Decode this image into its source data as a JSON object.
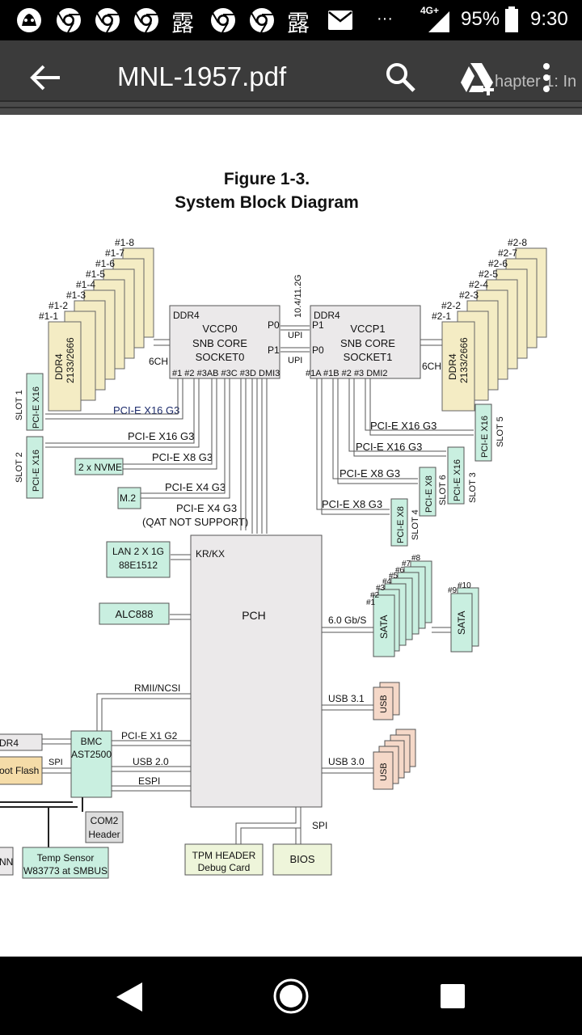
{
  "status_bar": {
    "signal_label": "4G+",
    "battery": "95%",
    "time": "9:30",
    "more": "···",
    "icons": [
      "cat-app-icon",
      "chrome-icon",
      "chrome-icon",
      "chrome-icon",
      "dew-app-icon",
      "chrome-icon",
      "chrome-icon",
      "dew-app-icon",
      "mail-icon"
    ],
    "dew_char": "露"
  },
  "app_bar": {
    "title": "MNL-1957.pdf",
    "behind_text": "hapter 1: In"
  },
  "figure": {
    "caption_line1": "Figure 1-3.",
    "caption_line2": "System Block Diagram"
  },
  "diagram": {
    "dimm_left": [
      "#1-8",
      "#1-7",
      "#1-6",
      "#1-5",
      "#1-4",
      "#1-3",
      "#1-2",
      "#1-1"
    ],
    "dimm_right": [
      "#2-8",
      "#2-7",
      "#2-6",
      "#2-5",
      "#2-4",
      "#2-3",
      "#2-2",
      "#2-1"
    ],
    "ddr4_text": "DDR4",
    "ddr4_speed": "2133/2666",
    "ch6": "6CH",
    "cpu0": {
      "ddr": "DDR4",
      "l1": "VCCP0",
      "l2": "SNB CORE",
      "l3": "SOCKET0",
      "ports": "#1 #2 #3AB #3C #3D DMI3",
      "p0": "P0",
      "p1": "P1"
    },
    "cpu1": {
      "ddr": "DDR4",
      "l1": "VCCP1",
      "l2": "SNB CORE",
      "l3": "SOCKET1",
      "ports": "#1A #1B #2   #3     DMI2",
      "p0": "P0",
      "p1": "P1"
    },
    "upi_speed": "10.4/11.2G",
    "upi": "UPI",
    "left_links": [
      "PCI-E X16 G3",
      "PCI-E X16 G3",
      "PCI-E X8 G3",
      "PCI-E X4 G3",
      "PCI-E X4 G3",
      "(QAT NOT SUPPORT)"
    ],
    "right_links": [
      "PCI-E X16 G3",
      "PCI-E X16 G3",
      "PCI-E X8 G3",
      "PCI-E X8 G3"
    ],
    "slot1": "SLOT 1",
    "slot2": "SLOT 2",
    "slot3": "SLOT 3",
    "slot4": "SLOT 4",
    "slot5": "SLOT 5",
    "slot6": "SLOT 6",
    "pcie_x16": "PCI-E X16",
    "pcie_x8": "PCI-E X8",
    "nvme": "2 x NVME",
    "m2": "M.2",
    "lan_l1": "LAN 2 X 1G",
    "lan_l2": "88E1512",
    "krkx": "KR/KX",
    "alc": "ALC888",
    "pch": "PCH",
    "sata_speed": "6.0 Gb/S",
    "sata": "SATA",
    "sata_nums_a": [
      "#1",
      "#2",
      "#3",
      "#4",
      "#5",
      "#6",
      "#7",
      "#8"
    ],
    "sata_nums_b": [
      "#9",
      "#10"
    ],
    "usb31": "USB 3.1",
    "usb30": "USB 3.0",
    "usb": "USB",
    "rmii": "RMII/NCSI",
    "bmc_l1": "BMC",
    "bmc_l2": "AST2500",
    "ddr4_short": "DR4",
    "boot_flash": "oot Flash",
    "spi": "SPI",
    "pcie_x1": "PCI-E X1 G2",
    "usb20": "USB 2.0",
    "espi": "ESPI",
    "com2_l1": "COM2",
    "com2_l2": "Header",
    "nn": "NN",
    "temp_l1": "Temp Sensor",
    "temp_l2": "W83773 at SMBUS",
    "tpm_l1": "TPM HEADER",
    "tpm_l2": "Debug Card",
    "bios": "BIOS",
    "spi2": "SPI"
  }
}
